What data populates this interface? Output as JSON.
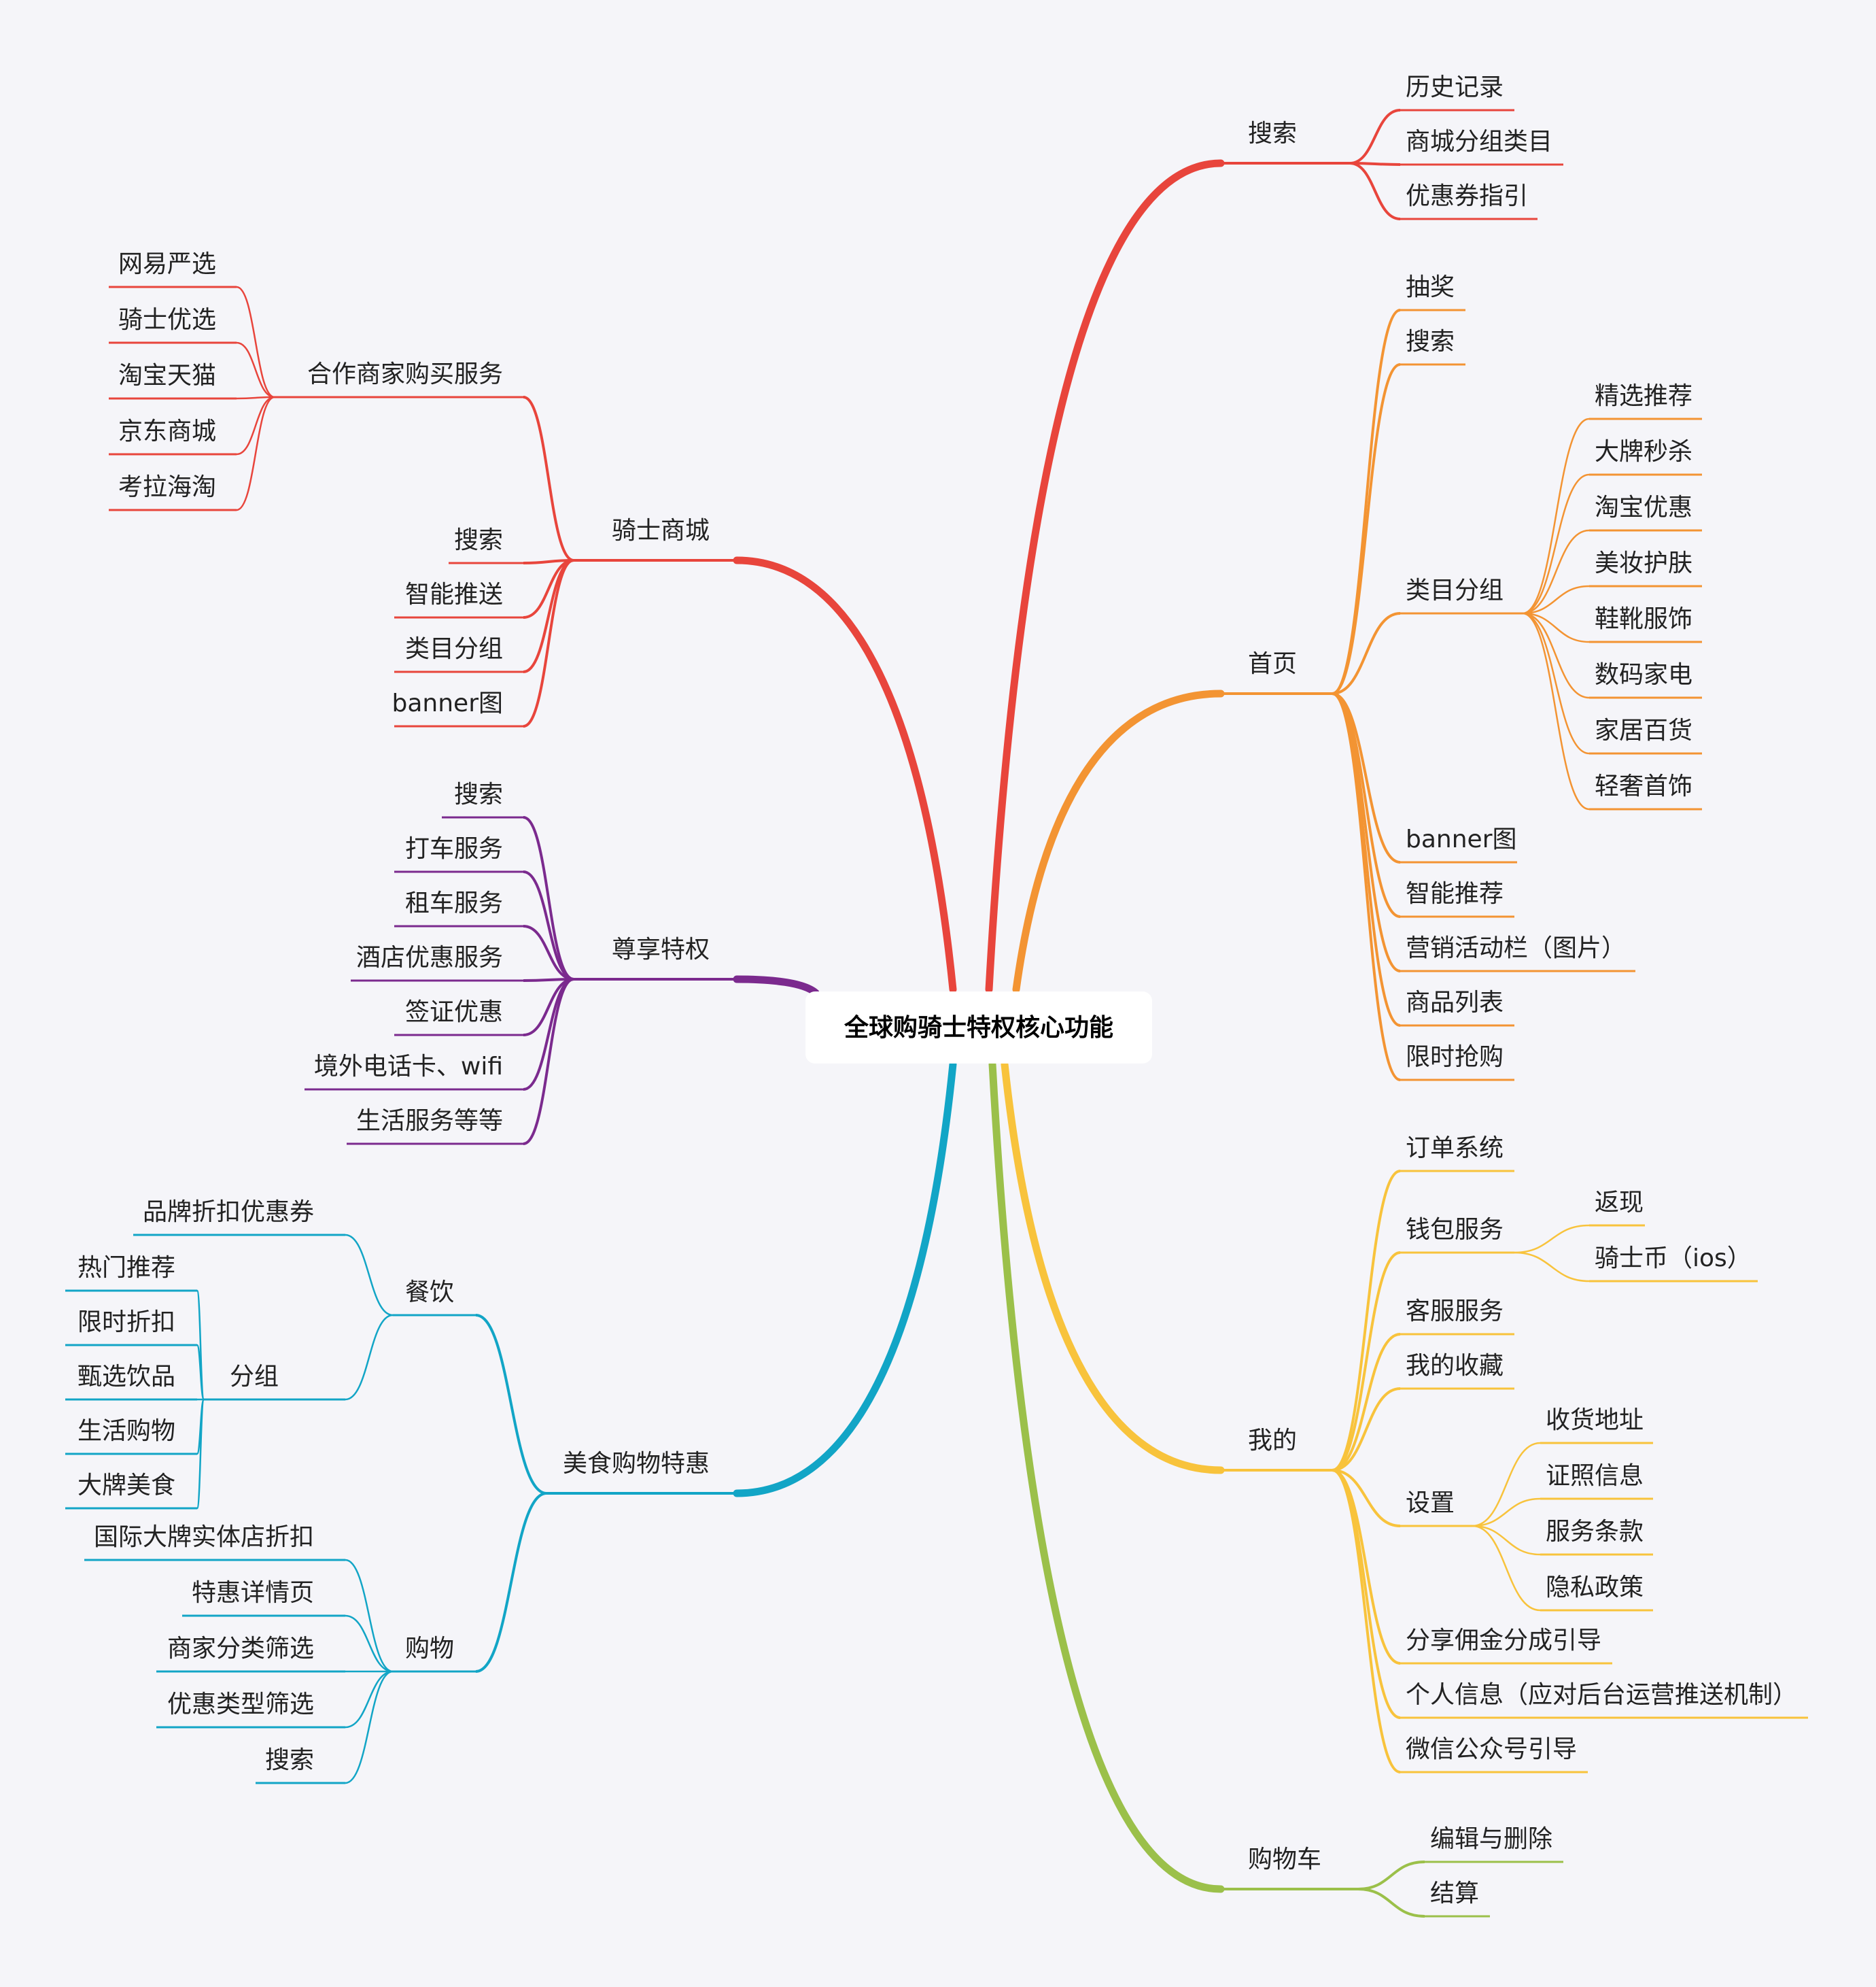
{
  "root": {
    "label": "全球购骑士特权核心功能"
  },
  "branches": [
    {
      "id": "search-top",
      "label": "搜索",
      "color": "#e8453c",
      "children": [
        {
          "label": "历史记录"
        },
        {
          "label": "商城分组类目"
        },
        {
          "label": "优惠券指引"
        }
      ]
    },
    {
      "id": "home",
      "label": "首页",
      "color": "#f39433",
      "children": [
        {
          "label": "抽奖"
        },
        {
          "label": "搜索"
        },
        {
          "label": "类目分组",
          "children": [
            {
              "label": "精选推荐"
            },
            {
              "label": "大牌秒杀"
            },
            {
              "label": "淘宝优惠"
            },
            {
              "label": "美妆护肤"
            },
            {
              "label": "鞋靴服饰"
            },
            {
              "label": "数码家电"
            },
            {
              "label": "家居百货"
            },
            {
              "label": "轻奢首饰"
            }
          ]
        },
        {
          "label": "banner图"
        },
        {
          "label": "智能推荐"
        },
        {
          "label": "营销活动栏（图片）"
        },
        {
          "label": "商品列表"
        },
        {
          "label": "限时抢购"
        }
      ]
    },
    {
      "id": "mine",
      "label": "我的",
      "color": "#f8c33c",
      "children": [
        {
          "label": "订单系统"
        },
        {
          "label": "钱包服务",
          "children": [
            {
              "label": "返现"
            },
            {
              "label": "骑士币（ios）"
            }
          ]
        },
        {
          "label": "客服服务"
        },
        {
          "label": "我的收藏"
        },
        {
          "label": "设置",
          "children": [
            {
              "label": "收货地址"
            },
            {
              "label": "证照信息"
            },
            {
              "label": "服务条款"
            },
            {
              "label": "隐私政策"
            }
          ]
        },
        {
          "label": "分享佣金分成引导"
        },
        {
          "label": "个人信息（应对后台运营推送机制）"
        },
        {
          "label": "微信公众号引导"
        }
      ]
    },
    {
      "id": "cart",
      "label": "购物车",
      "color": "#9bc04a",
      "children": [
        {
          "label": "编辑与删除"
        },
        {
          "label": "结算"
        }
      ]
    },
    {
      "id": "knight-mall",
      "label": "骑士商城",
      "color": "#e8453c",
      "children": [
        {
          "label": "合作商家购买服务",
          "children": [
            {
              "label": "网易严选"
            },
            {
              "label": "骑士优选"
            },
            {
              "label": "淘宝天猫"
            },
            {
              "label": "京东商城"
            },
            {
              "label": "考拉海淘"
            }
          ]
        },
        {
          "label": "搜索"
        },
        {
          "label": "智能推送"
        },
        {
          "label": "类目分组"
        },
        {
          "label": "banner图"
        }
      ]
    },
    {
      "id": "privilege",
      "label": "尊享特权",
      "color": "#7b2a8e",
      "children": [
        {
          "label": "搜索"
        },
        {
          "label": "打车服务"
        },
        {
          "label": "租车服务"
        },
        {
          "label": "酒店优惠服务"
        },
        {
          "label": "签证优惠"
        },
        {
          "label": "境外电话卡、wifi"
        },
        {
          "label": "生活服务等等"
        }
      ]
    },
    {
      "id": "food-shopping",
      "label": "美食购物特惠",
      "color": "#12a5c6",
      "children": [
        {
          "label": "餐饮",
          "children": [
            {
              "label": "品牌折扣优惠券"
            },
            {
              "label": "分组",
              "children": [
                {
                  "label": "热门推荐"
                },
                {
                  "label": "限时折扣"
                },
                {
                  "label": "甄选饮品"
                },
                {
                  "label": "生活购物"
                },
                {
                  "label": "大牌美食"
                }
              ]
            }
          ]
        },
        {
          "label": "购物",
          "children": [
            {
              "label": "国际大牌实体店折扣"
            },
            {
              "label": "特惠详情页"
            },
            {
              "label": "商家分类筛选"
            },
            {
              "label": "优惠类型筛选"
            },
            {
              "label": "搜索"
            }
          ]
        }
      ]
    }
  ]
}
